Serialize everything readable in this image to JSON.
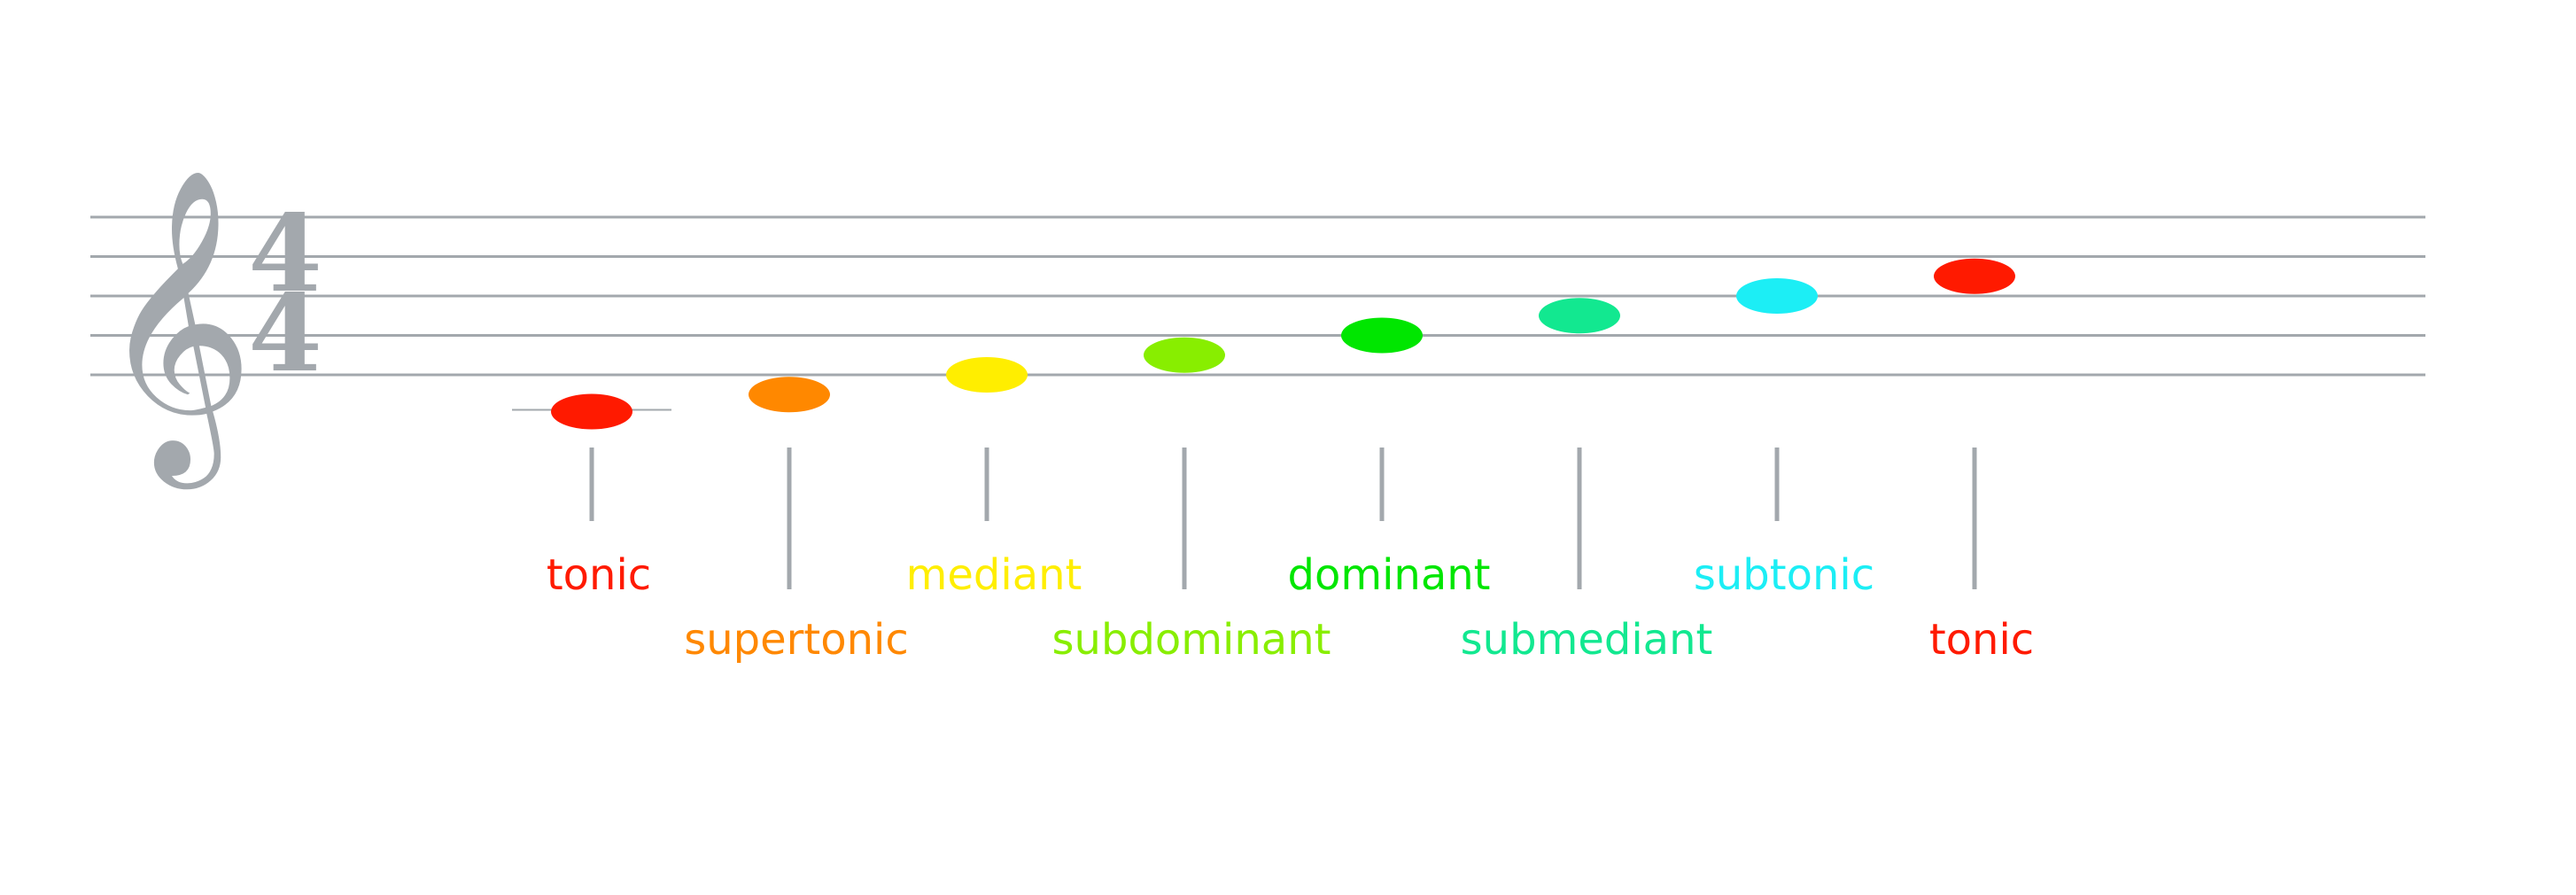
{
  "staff": {
    "clef": "treble-clef",
    "clef_glyph": "𝄞",
    "time_signature": {
      "top": "4",
      "bottom": "4"
    },
    "line_color": "#A3A8AD"
  },
  "notes": [
    {
      "id": "tonic-low",
      "degree": "tonic",
      "color": "#FF1A00",
      "step": 0
    },
    {
      "id": "supertonic",
      "degree": "supertonic",
      "color": "#FF8800",
      "step": 1
    },
    {
      "id": "mediant",
      "degree": "mediant",
      "color": "#FFEE00",
      "step": 2
    },
    {
      "id": "subdominant",
      "degree": "subdominant",
      "color": "#88EE00",
      "step": 3
    },
    {
      "id": "dominant",
      "degree": "dominant",
      "color": "#00E600",
      "step": 4
    },
    {
      "id": "submediant",
      "degree": "submediant",
      "color": "#12E890",
      "step": 5
    },
    {
      "id": "subtonic",
      "degree": "subtonic",
      "color": "#1CEEF5",
      "step": 6
    },
    {
      "id": "tonic-high",
      "degree": "tonic",
      "color": "#FF1A00",
      "step": 7
    }
  ]
}
